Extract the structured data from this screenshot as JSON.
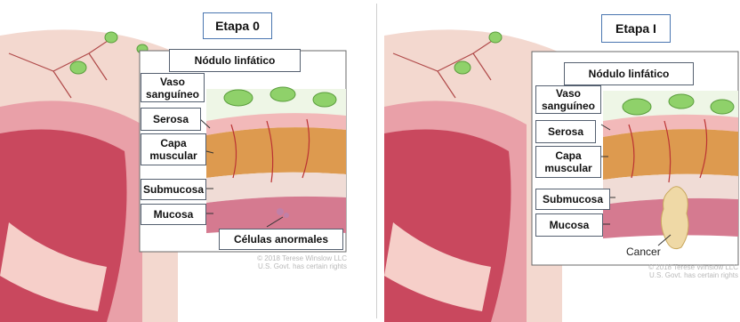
{
  "left_panel": {
    "title": "Etapa 0",
    "labels": {
      "lymph_node": "Nódulo linfático",
      "blood_vessel": "Vaso\nsanguíneo",
      "serosa": "Serosa",
      "muscle_layer": "Capa\nmuscular",
      "submucosa": "Submucosa",
      "mucosa": "Mucosa",
      "abnormal_cells": "Células anormales"
    },
    "credit_line1": "© 2018 Terese Winslow LLC",
    "credit_line2": "U.S. Govt. has certain rights"
  },
  "right_panel": {
    "title": "Etapa I",
    "labels": {
      "lymph_node": "Nódulo linfático",
      "blood_vessel": "Vaso\nsanguíneo",
      "serosa": "Serosa",
      "muscle_layer": "Capa\nmuscular",
      "submucosa": "Submucosa",
      "mucosa": "Mucosa",
      "cancer": "Cancer"
    },
    "credit_line1": "© 2018 Terese Winslow LLC",
    "credit_line2": "U.S. Govt. has certain rights"
  },
  "colors": {
    "serosa": "#f2b9b9",
    "muscle": "#dd9a4f",
    "submucosa": "#f0dcd6",
    "mucosa": "#d57a90",
    "lymph_node": "#8fd16a",
    "tumor": "#efd9a6"
  }
}
